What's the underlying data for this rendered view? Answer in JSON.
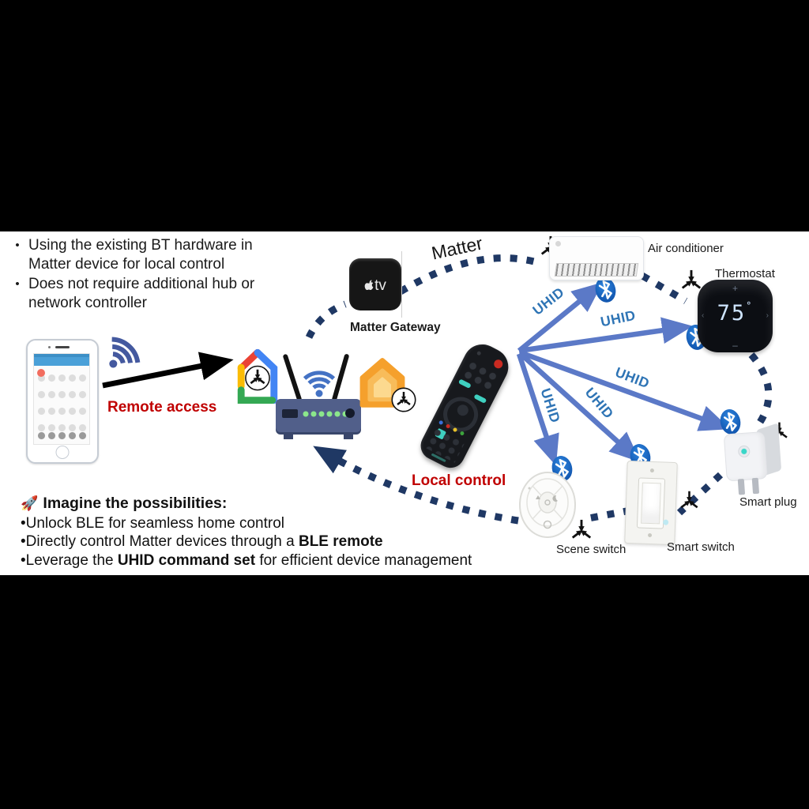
{
  "slide": {
    "bullets": [
      "Using the existing BT  hardware in Matter device for local control",
      "Does not require additional hub or network controller"
    ],
    "bullet_char": "•"
  },
  "labels": {
    "remote_access": "Remote access",
    "local_control": "Local control",
    "matter_gateway": "Matter Gateway",
    "matter_curve": "Matter"
  },
  "devices": {
    "air_conditioner": {
      "label": "Air conditioner"
    },
    "thermostat": {
      "label": "Thermostat",
      "temperature": "75",
      "degree": "°",
      "plus": "+",
      "minus": "–",
      "chev_left": "‹",
      "chev_right": "›"
    },
    "smart_plug": {
      "label": "Smart plug"
    },
    "smart_switch": {
      "label": "Smart switch"
    },
    "scene_switch": {
      "label": "Scene switch"
    },
    "apple_tv": {
      "logo_text": "tv"
    }
  },
  "connections": {
    "uhid": [
      "UHID",
      "UHID",
      "UHID",
      "UHID",
      "UHID"
    ]
  },
  "possibilities": {
    "rocket": "🚀",
    "title": "Imagine the possibilities:",
    "items": [
      {
        "bullet": "•",
        "pre": "Unlock BLE for seamless home control",
        "bold": "",
        "post": ""
      },
      {
        "bullet": "•",
        "pre": "Directly control Matter devices through a ",
        "bold": "BLE remote",
        "post": ""
      },
      {
        "bullet": "•",
        "pre": "Leverage the ",
        "bold": "UHID command set",
        "post": " for efficient device management"
      }
    ]
  },
  "colors": {
    "dash_navy": "#1f3864",
    "arrow_blue": "#5b79c7",
    "uhid_blue": "#2e74b5",
    "emphasis_red": "#c00000",
    "bluetooth_blue": "#1569c9",
    "led_green": "#8be78b",
    "router_body": "#515f8a",
    "teal_accent": "#3fd0c0",
    "google_red": "#ea4335",
    "google_blue": "#4285f4",
    "google_yellow": "#fbbc05",
    "google_green": "#34a853",
    "homekit_orange": "#f5a02c"
  }
}
